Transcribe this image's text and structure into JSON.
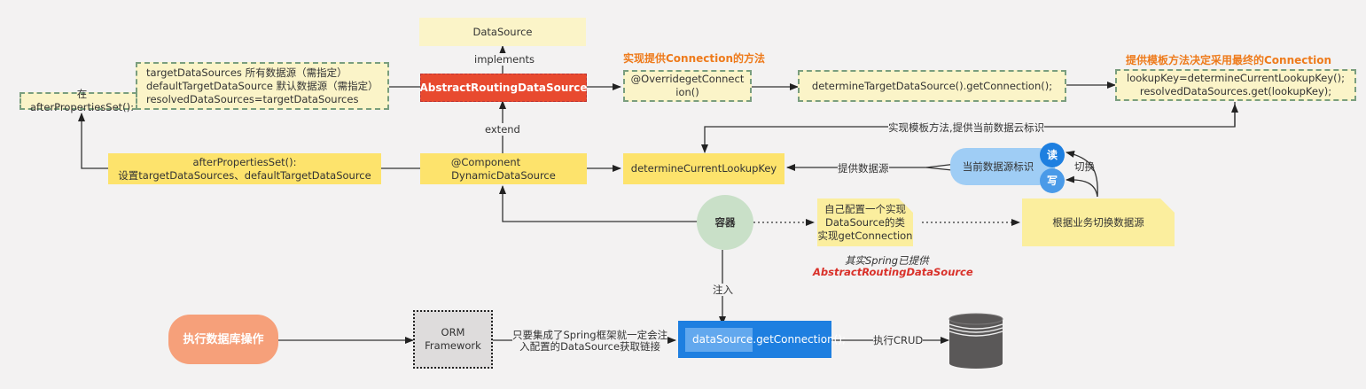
{
  "nodes": {
    "datasource": "DataSource",
    "implements": "implements",
    "abstract_routing": "AbstractRoutingDataSource",
    "target_props": [
      "targetDataSources 所有数据源（需指定）",
      "defaultTargetDataSource  默认数据源（需指定）",
      "resolvedDataSources=targetDataSources"
    ],
    "after_props_set_label": "在afterPropertiesSet():",
    "override_get_connection": "@OverridegetConnection()",
    "impl_connection_title": "实现提供Connection的方法",
    "determine_target": "determineTargetDataSource().getConnection();",
    "template_title": "提供模板方法决定采用最终的Connection",
    "lookup_code": [
      "lookupKey=determineCurrentLookupKey();",
      "resolvedDataSources.get(lookupKey);"
    ],
    "extend": "extend",
    "after_props_box": [
      "afterPropertiesSet():",
      "设置targetDataSources、defaultTargetDataSource"
    ],
    "dynamic_ds": [
      "@Component",
      "DynamicDataSource"
    ],
    "determine_lookup_key": "determineCurrentLookupKey",
    "template_impl_label": "实现模板方法,提供当前数据云标识",
    "provide_ds_label": "提供数据源",
    "current_ds_id": "当前数据源标识",
    "read": "读",
    "write": "写",
    "switch": "切换",
    "container": "容器",
    "self_config_note": [
      "自己配置一个实现",
      "DataSource的类",
      "实现getConnection"
    ],
    "switch_by_business": "根据业务切换数据源",
    "spring_provided": "其实Spring已提供",
    "spring_provided_class": "AbstractRoutingDataSource",
    "inject": "注入",
    "exec_db_op": "执行数据库操作",
    "orm": [
      "ORM",
      "Framework"
    ],
    "spring_inject_label": [
      "只要集成了Spring框架就一定会注",
      "入配置的DataSource获取链接"
    ],
    "ds_get_conn_highlight": "dataSource",
    "ds_get_conn_rest": ".getConnection();",
    "exec_crud": "执行CRUD",
    "database_icon": "database-icon"
  },
  "colors": {
    "accent_red": "#e84a2f",
    "note_yellow": "#fde36c",
    "pale_yellow": "#fbf4c8",
    "dashed_green": "#7a9e7e",
    "container_green": "#c9e0c8",
    "blue_box": "#1e7fe0",
    "blue_bubble": "#9fcdf5",
    "orange_title": "#ee7b1c",
    "salmon": "#f6a07a",
    "db_gray": "#5a5858"
  }
}
